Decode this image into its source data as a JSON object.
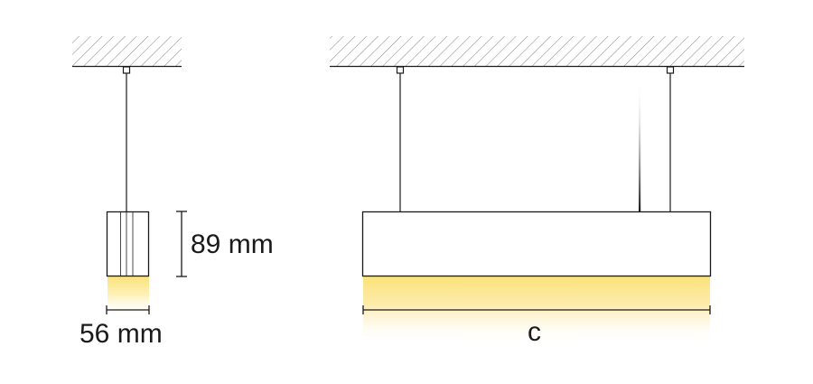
{
  "labels": {
    "height_dimension": "89 mm",
    "width_dimension": "56 mm",
    "length_dimension": "c"
  },
  "colors": {
    "line": "#1a1a1a",
    "hatch": "#8a8a8a",
    "light_glow": "#fbe27a",
    "background": "#ffffff"
  }
}
